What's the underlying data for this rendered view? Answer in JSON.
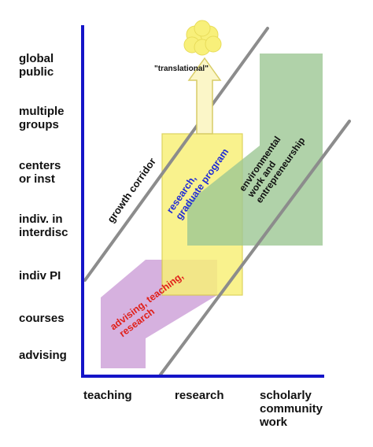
{
  "y_axis": {
    "levels": [
      "global\npublic",
      "multiple\ngroups",
      "centers\nor inst",
      "indiv. in\ninterdisc",
      "indiv PI",
      "courses",
      "advising"
    ]
  },
  "x_axis": {
    "categories": [
      "teaching",
      "research",
      "scholarly\ncommunity\nwork"
    ]
  },
  "annotations": {
    "translational": "\"translational\"",
    "growth_corridor": "growth corridor",
    "research_line1": "research,",
    "research_line2": "graduate program",
    "environmental_line1": "environmental",
    "environmental_line2": "work and",
    "environmental_line3": "entrepreneurship",
    "advising_line1": "advising, teaching,",
    "advising_line2": "research"
  },
  "colors": {
    "axis": "#1414c8",
    "corridor_line": "#8c8c8c",
    "teaching_region": "#cfa3d9",
    "research_region": "#f8f07a",
    "community_region": "#a9cfa0",
    "overlap_region": "#8cab55",
    "arrow_fill": "#fbf6c8",
    "burst": "#f8f07a",
    "research_text": "#1f2bd6",
    "advising_text": "#e0201a",
    "community_text": "#111111"
  }
}
